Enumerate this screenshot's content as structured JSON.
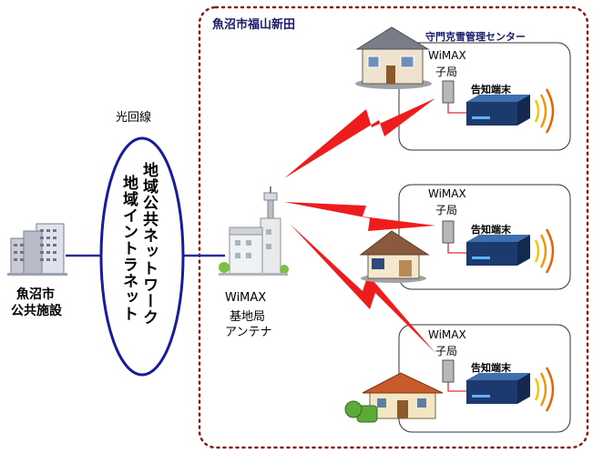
{
  "region_label": "魚沼市福山新田",
  "left_facility": {
    "line1": "魚沼市",
    "line2": "公共施設"
  },
  "fiber_label": "光回線",
  "network": {
    "line1": "地域公共ネットワーク",
    "line2": "地域イントラネット"
  },
  "base_station": {
    "line1": "WiMAX",
    "line2": "基地局",
    "line3": "アンテナ"
  },
  "center_label": "守門克雪管理センター",
  "sites": [
    {
      "wimax_line1": "WiMAX",
      "wimax_line2": "子局",
      "terminal_label": "告知端末"
    },
    {
      "wimax_line1": "WiMAX",
      "wimax_line2": "子局",
      "terminal_label": "告知端末"
    },
    {
      "wimax_line1": "WiMAX",
      "wimax_line2": "子局",
      "terminal_label": "告知端末"
    }
  ],
  "colors": {
    "dotted_border": "#8b1a1a",
    "network_ellipse": "#1a1a9c",
    "link_line": "#2a2aa0",
    "lightning": "#ee1c1c",
    "terminal_body": "#1d3a6e"
  }
}
